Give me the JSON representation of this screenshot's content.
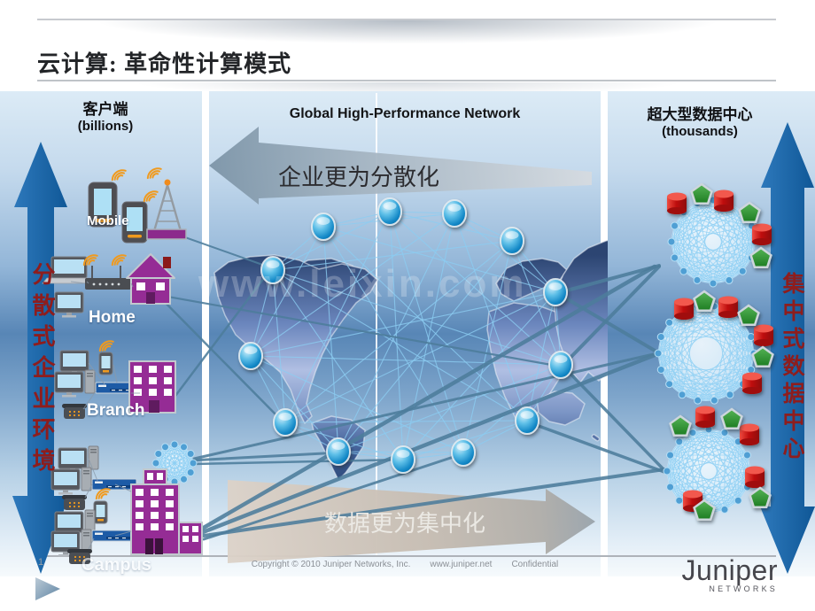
{
  "title": "云计算: 革命性计算模式",
  "left_panel": {
    "header_line1": "客户端",
    "header_line2": "(billions)",
    "arrow_label": "分散式企业环境",
    "groups": [
      {
        "label": "Mobile"
      },
      {
        "label": "Home"
      },
      {
        "label": "Branch"
      },
      {
        "label": "Campus"
      }
    ]
  },
  "center_panel": {
    "header": "Global High-Performance Network",
    "top_arrow_label": "企业更为分散化",
    "bottom_arrow_label": "数据更为集中化",
    "watermark": "www.leixin.com"
  },
  "right_panel": {
    "header_line1": "超大型数据中心",
    "header_line2": "(thousands)",
    "arrow_label": "集中式数据中心"
  },
  "footer": {
    "page_number": "1",
    "copyright": "Copyright © 2010 Juniper Networks, Inc.",
    "website": "www.juniper.net",
    "confidential": "Confidential",
    "logo_text": "Juniper",
    "logo_subtext": "NETWORKS"
  },
  "colors": {
    "accent_blue": "#1b6cb0",
    "label_red": "#8e1d1d",
    "building_purple": "#952c95",
    "node_blue": "#1287c6",
    "datastore_red": "#c01010",
    "service_green": "#2f9e33",
    "steel_line": "#4d7d9c",
    "arrow_gray": "#9fb0be",
    "arrow_tan": "#c6bcb1"
  }
}
